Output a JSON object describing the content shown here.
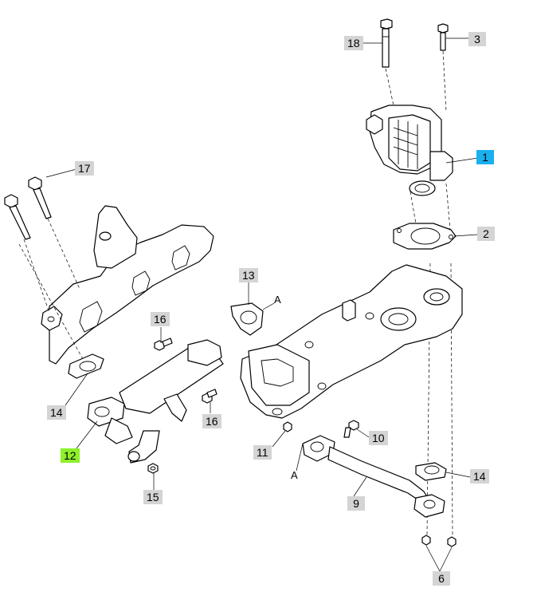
{
  "callouts": [
    {
      "id": "c1",
      "label": "1",
      "color": "#1ab0f0"
    },
    {
      "id": "c2",
      "label": "2",
      "color": "#d4d4d4"
    },
    {
      "id": "c3",
      "label": "3",
      "color": "#d4d4d4"
    },
    {
      "id": "c6",
      "label": "6",
      "color": "#d4d4d4"
    },
    {
      "id": "c9",
      "label": "9",
      "color": "#d4d4d4"
    },
    {
      "id": "c10",
      "label": "10",
      "color": "#d4d4d4"
    },
    {
      "id": "c11",
      "label": "11",
      "color": "#d4d4d4"
    },
    {
      "id": "c12",
      "label": "12",
      "color": "#8ef02a"
    },
    {
      "id": "c13",
      "label": "13",
      "color": "#d4d4d4"
    },
    {
      "id": "c14a",
      "label": "14",
      "color": "#d4d4d4"
    },
    {
      "id": "c14b",
      "label": "14",
      "color": "#d4d4d4"
    },
    {
      "id": "c15",
      "label": "15",
      "color": "#d4d4d4"
    },
    {
      "id": "c16a",
      "label": "16",
      "color": "#d4d4d4"
    },
    {
      "id": "c16b",
      "label": "16",
      "color": "#d4d4d4"
    },
    {
      "id": "c17",
      "label": "17",
      "color": "#d4d4d4"
    },
    {
      "id": "c18",
      "label": "18",
      "color": "#d4d4d4"
    }
  ],
  "refs": {
    "a_top": "A",
    "a_bottom": "A"
  }
}
